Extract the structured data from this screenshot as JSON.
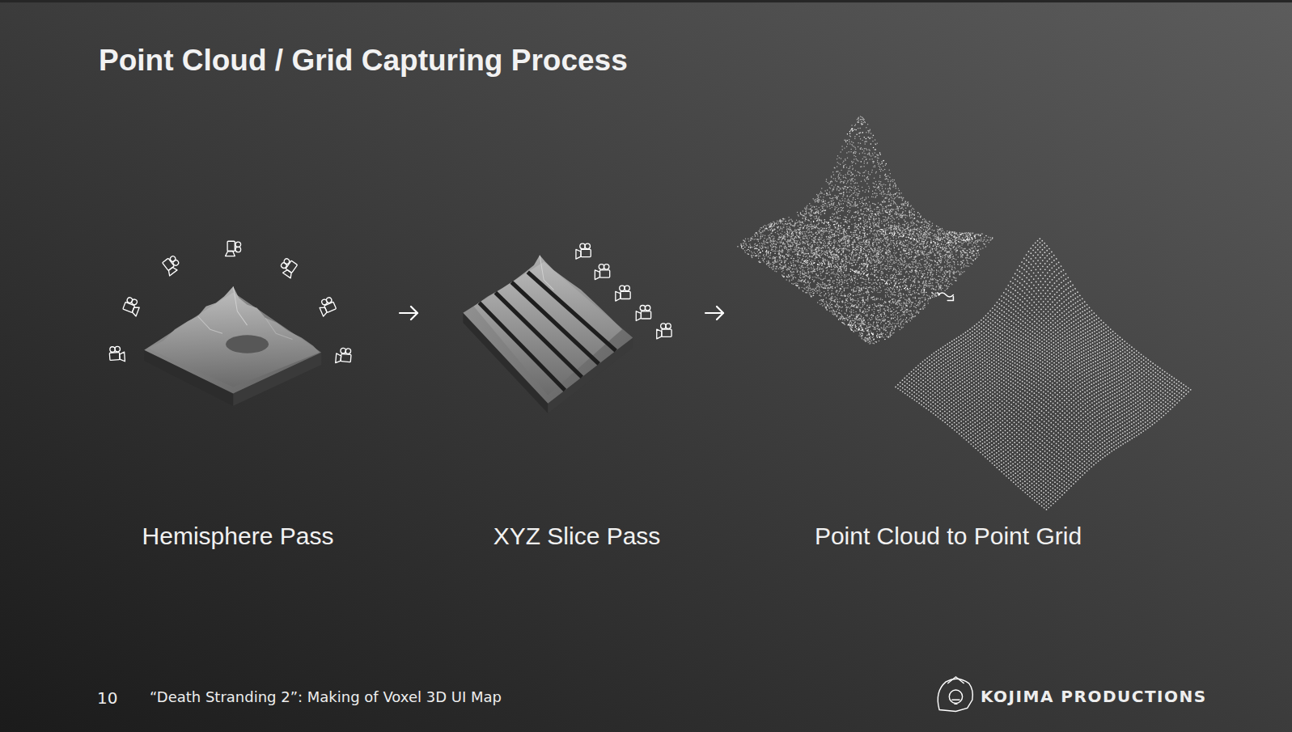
{
  "diagram": {
    "title": "Point Cloud / Grid Capturing Process",
    "nodes": [
      {
        "text": [
          "Hemisphere Pass"
        ]
      },
      {
        "text": [
          "XYZ Slice Pass"
        ]
      },
      {
        "text": [
          "Point Cloud to Point Grid"
        ]
      }
    ],
    "edges": [
      {
        "from": 0,
        "to": 1,
        "arrow": "to"
      },
      {
        "from": 1,
        "to": 2,
        "arrow": "to"
      }
    ],
    "labels": [
      "10",
      "“Death Stranding 2”: Making of Voxel 3D UI Map",
      "KOJIMA PRODUCTIONS"
    ]
  }
}
